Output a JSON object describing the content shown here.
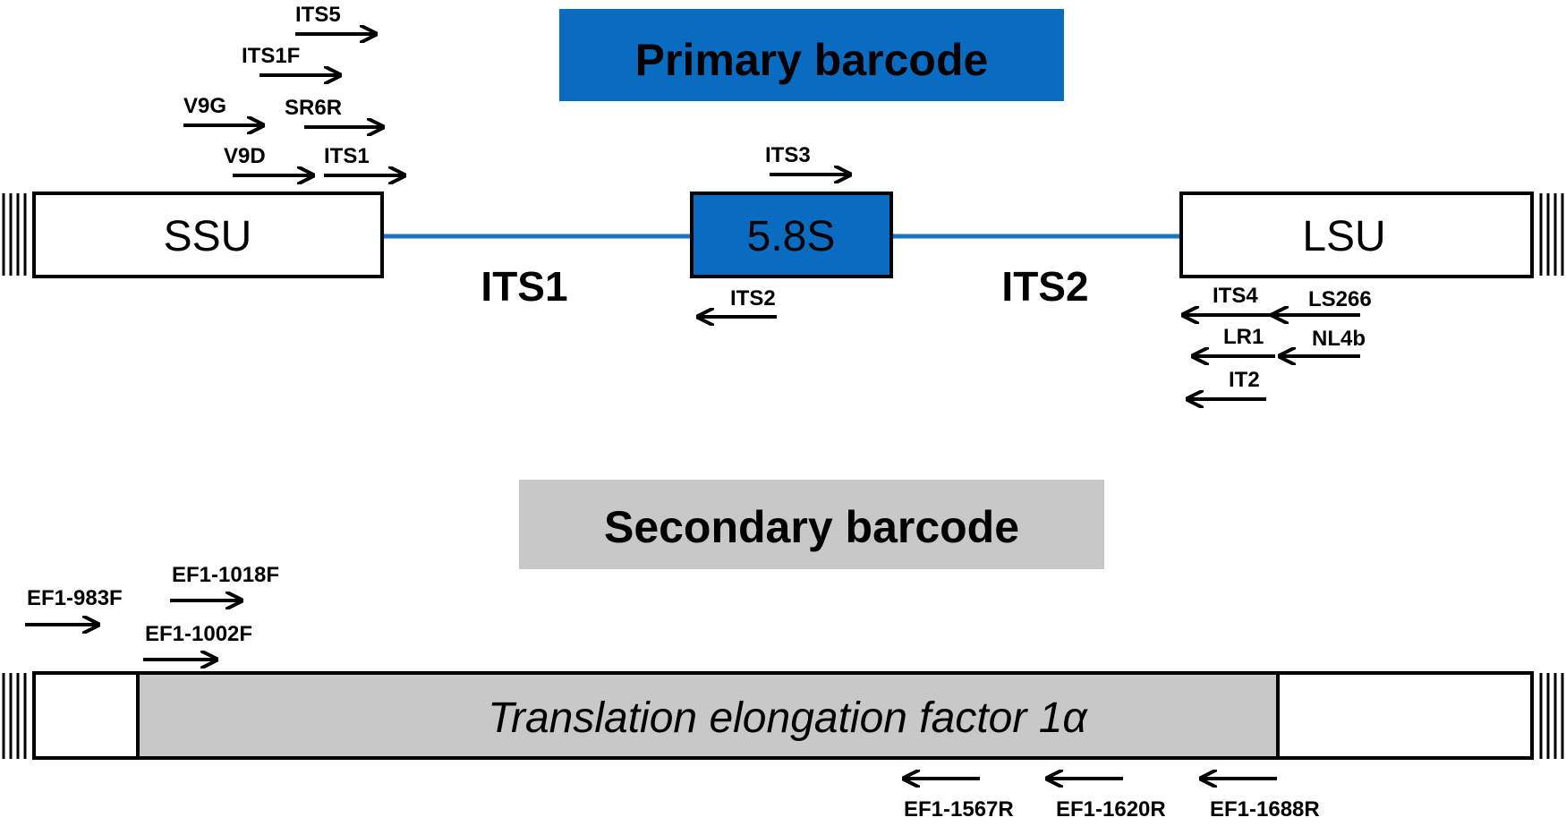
{
  "colors": {
    "primary_fill": "#0a6cc1",
    "primary_line": "#1a73c9",
    "secondary_fill": "#c8c8c8",
    "ink": "#000000"
  },
  "primary": {
    "title": "Primary barcode",
    "ssu": "SSU",
    "s58": "5.8S",
    "lsu": "LSU",
    "its1_region": "ITS1",
    "its2_region": "ITS2",
    "primers": {
      "its5": "ITS5",
      "its1f": "ITS1F",
      "v9g": "V9G",
      "sr6r": "SR6R",
      "v9d": "V9D",
      "its1": "ITS1",
      "its3": "ITS3",
      "its2": "ITS2",
      "its4": "ITS4",
      "ls266": "LS266",
      "lr1": "LR1",
      "nl4b": "NL4b",
      "it2": "IT2"
    }
  },
  "secondary": {
    "title": "Secondary barcode",
    "gene": "Translation elongation factor 1α",
    "primers": {
      "ef983f": "EF1-983F",
      "ef1018f": "EF1-1018F",
      "ef1002f": "EF1-1002F",
      "ef1567r": "EF1-1567R",
      "ef1620r": "EF1-1620R",
      "ef1688r": "EF1-1688R"
    }
  }
}
